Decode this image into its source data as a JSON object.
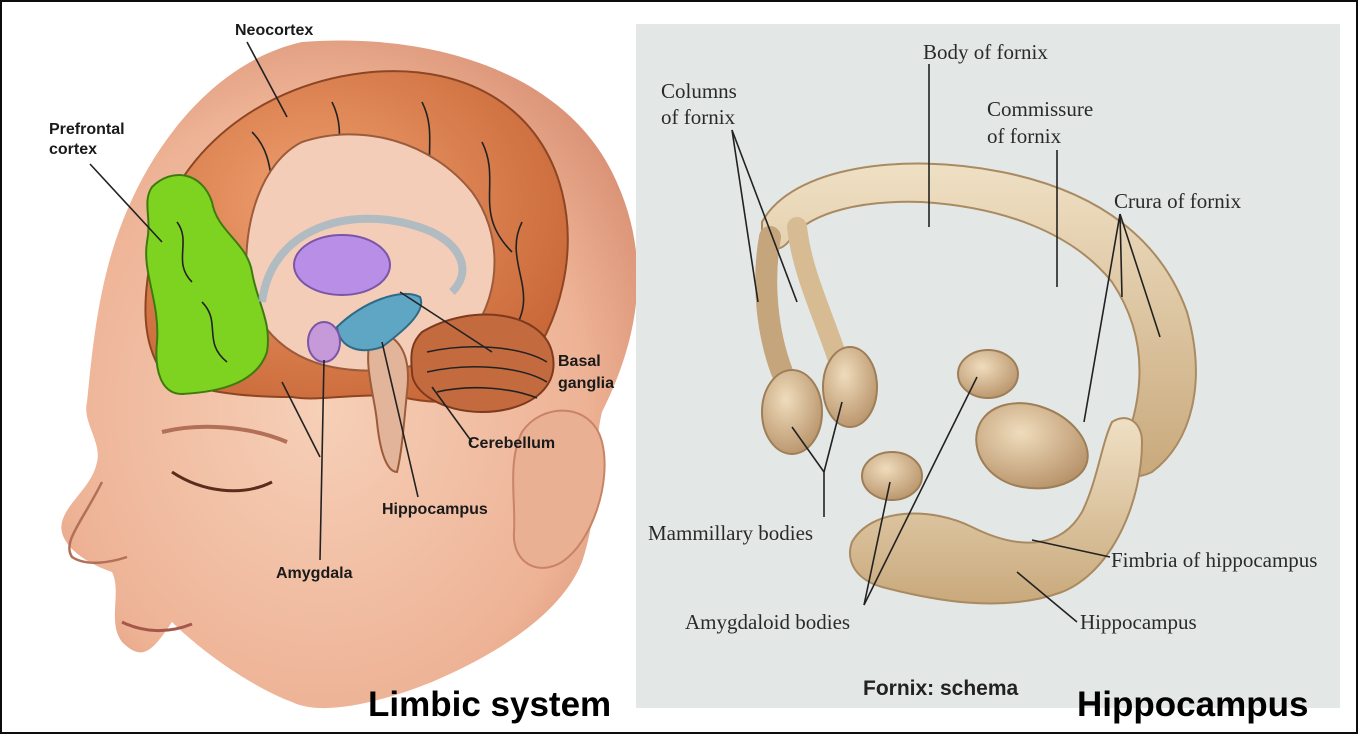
{
  "left_panel": {
    "labels": {
      "neocortex": "Neocortex",
      "prefrontal_1": "Prefrontal",
      "prefrontal_2": "cortex",
      "basal_1": "Basal",
      "basal_2": "ganglia",
      "cerebellum": "Cerebellum",
      "hippocampus": "Hippocampus",
      "amygdala": "Amygdala"
    },
    "title": "Limbic system"
  },
  "right_panel": {
    "labels": {
      "body_fornix": "Body of fornix",
      "columns_1": "Columns",
      "columns_2": "of fornix",
      "commissure_1": "Commissure",
      "commissure_2": "of fornix",
      "crura": "Crura of fornix",
      "mammillary": "Mammillary bodies",
      "fimbria": "Fimbria of hippocampus",
      "amygdaloid": "Amygdaloid bodies",
      "hippocampus": "Hippocampus"
    },
    "schema_caption": "Fornix: schema",
    "title": "Hippocampus"
  },
  "colors": {
    "prefrontal": "#7ed321",
    "cortex": "#d9804a",
    "skin": "#f0b99a",
    "basal_ganglia": "#b98ee6",
    "hippocampus": "#5fa6c4",
    "fornix_bg": "#e3e8e6",
    "fornix": "#d8bf98"
  }
}
